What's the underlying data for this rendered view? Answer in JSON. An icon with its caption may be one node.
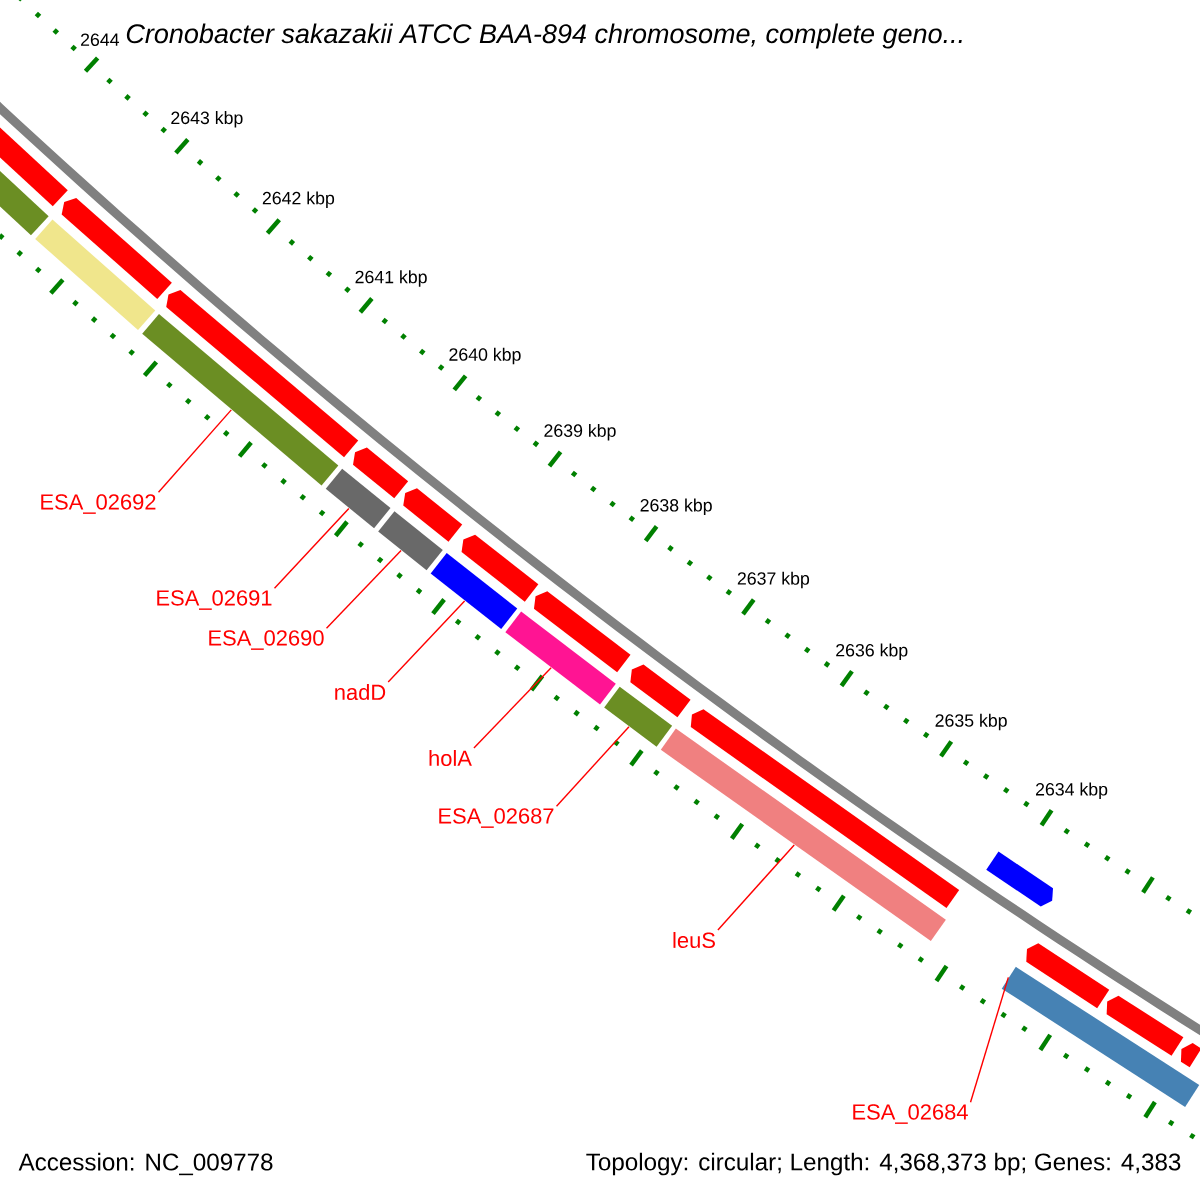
{
  "diagram": {
    "title": "Cronobacter sakazakii ATCC BAA-894 chromosome, complete geno...",
    "nodes": [
      {
        "text": [
          "ESA_02692"
        ]
      },
      {
        "text": [
          "ESA_02691"
        ]
      },
      {
        "text": [
          "ESA_02690"
        ]
      },
      {
        "text": [
          "nadD"
        ]
      },
      {
        "text": [
          "holA"
        ]
      },
      {
        "text": [
          "ESA_02687"
        ]
      },
      {
        "text": [
          "leuS"
        ]
      },
      {
        "text": [
          "ESA_02684"
        ]
      },
      {
        "text": [],
        "shape": "arrow"
      },
      {
        "text": [],
        "shape": "arrow"
      },
      {
        "text": [],
        "shape": "arrow"
      },
      {
        "text": [],
        "shape": "arrow"
      },
      {
        "text": [],
        "shape": "arrow"
      },
      {
        "text": [],
        "shape": "arrow"
      },
      {
        "text": [],
        "shape": "arrow"
      },
      {
        "text": [],
        "shape": "arrow"
      },
      {
        "text": [],
        "shape": "arrow"
      },
      {
        "text": [],
        "shape": "arrow"
      },
      {
        "text": [],
        "shape": "arrow"
      },
      {
        "text": [],
        "shape": "arrow"
      },
      {
        "text": [],
        "shape": "arrow"
      },
      {
        "text": [],
        "shape": "bar"
      },
      {
        "text": [],
        "shape": "bar"
      },
      {
        "text": [],
        "shape": "bar"
      },
      {
        "text": [],
        "shape": "bar"
      },
      {
        "text": [],
        "shape": "bar"
      },
      {
        "text": [],
        "shape": "bar"
      },
      {
        "text": [],
        "shape": "bar"
      },
      {
        "text": [],
        "shape": "bar"
      },
      {
        "text": [],
        "shape": "bar"
      },
      {
        "text": [],
        "shape": "bar"
      }
    ],
    "edges": [
      {
        "from": 0,
        "to": 23,
        "arrow": "none"
      },
      {
        "from": 1,
        "to": 24,
        "arrow": "none"
      },
      {
        "from": 2,
        "to": 25,
        "arrow": "none"
      },
      {
        "from": 3,
        "to": 26,
        "arrow": "none"
      },
      {
        "from": 4,
        "to": 27,
        "arrow": "none"
      },
      {
        "from": 5,
        "to": 28,
        "arrow": "none"
      },
      {
        "from": 6,
        "to": 29,
        "arrow": "none"
      },
      {
        "from": 7,
        "to": 30,
        "arrow": "none"
      }
    ],
    "labels": [
      "2644",
      "2643 kbp",
      "2642 kbp",
      "2641 kbp",
      "2640 kbp",
      "2639 kbp",
      "2638 kbp",
      "2637 kbp",
      "2636 kbp",
      "2635 kbp",
      "2634 kbp",
      "Accession: NC_009778",
      "Topology: circular; Length: 4,368,373 bp; Genes: 4,383"
    ]
  }
}
